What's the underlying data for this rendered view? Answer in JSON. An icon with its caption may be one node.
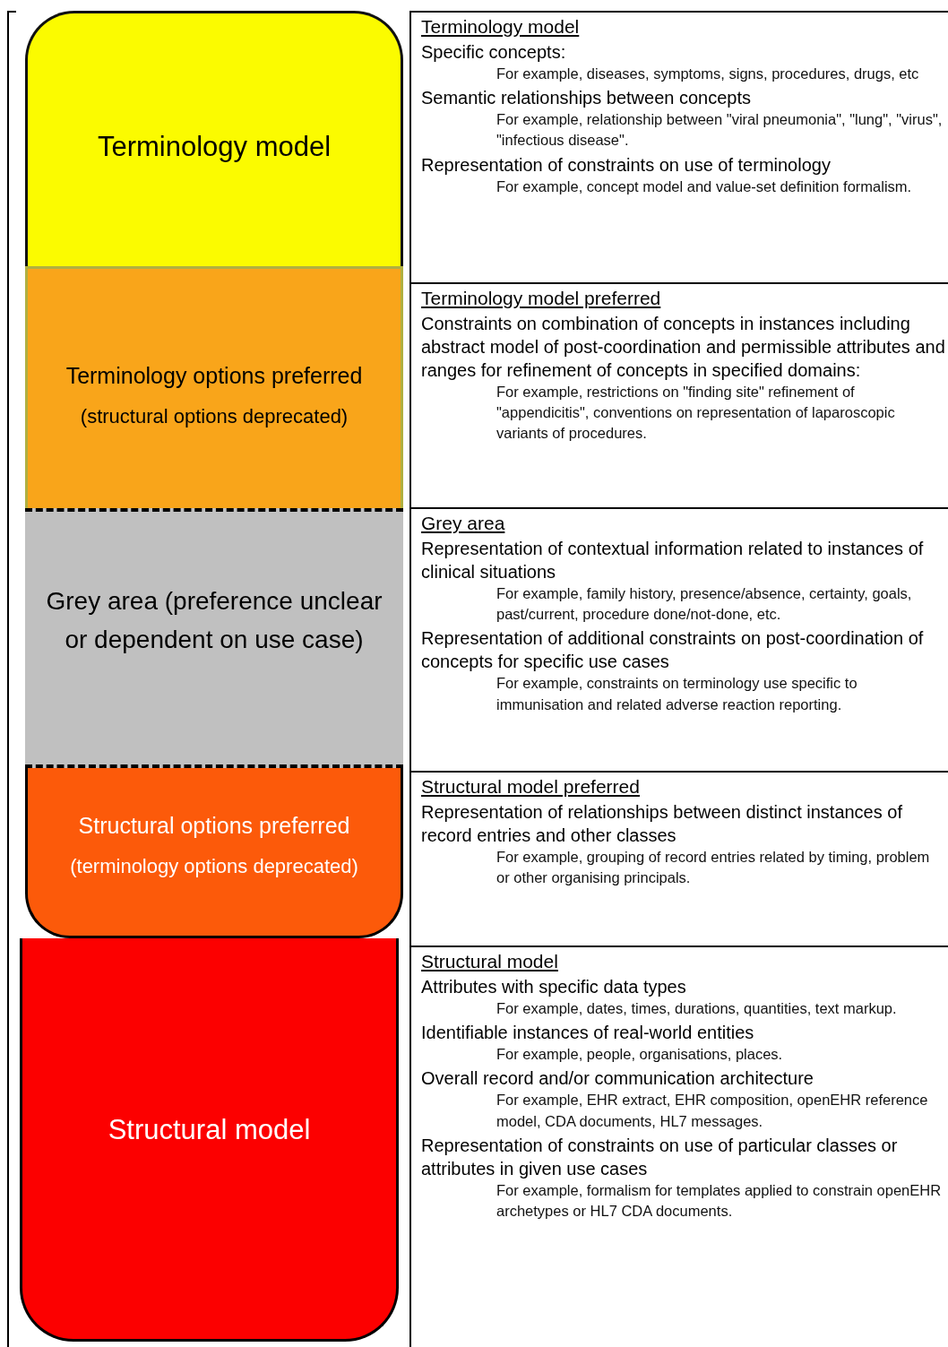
{
  "diagram": {
    "nodes": [
      {
        "text": [
          "Terminology model"
        ]
      },
      {
        "text": [
          "Terminology options preferred",
          "(structural options deprecated)"
        ]
      },
      {
        "text": [
          "Grey area (preference unclear or dependent on use case)"
        ]
      },
      {
        "text": [
          "Structural options preferred",
          "(terminology options deprecated)"
        ]
      },
      {
        "text": [
          "Structural model"
        ]
      }
    ],
    "labels": [
      "Terminology model",
      "Specific concepts:",
      "For example, diseases, symptoms, signs, procedures, drugs, etc",
      "Semantic relationships between concepts",
      "For example, relationship between \"viral pneumonia\", \"lung\", \"virus\", \"infectious disease\".",
      "Representation of constraints on use of terminology",
      "For example, concept model and value-set definition formalism.",
      "Terminology model preferred",
      "Constraints on combination of concepts in instances including abstract model of post-coordination and permissible attributes and ranges for refinement of concepts in specified domains:",
      "For example, restrictions on \"finding site\" refinement of \"appendicitis\", conventions on representation of laparoscopic variants of procedures.",
      "Grey area",
      "Representation of contextual information related to instances of clinical situations",
      "For example, family history, presence/absence, certainty, goals, past/current, procedure done/not-done, etc.",
      "Representation of additional constraints on post-coordination of concepts for specific use cases",
      "For example, constraints on terminology use specific to immunisation and related adverse reaction reporting.",
      "Structural model preferred",
      "Representation of relationships between distinct instances of record entries and other classes",
      "For example, grouping of record entries related by timing, problem or other organising principals.",
      "Structural model",
      "Attributes with specific data types",
      "For example, dates, times, durations, quantities, text markup.",
      "Identifiable instances of real-world entities",
      "For example, people, organisations, places.",
      "Overall record and/or communication architecture",
      "For example, EHR extract, EHR composition, openEHR reference model, CDA documents, HL7 messages.",
      "Representation of constraints on use of particular classes or attributes in given use cases",
      "For example, formalism for templates applied to constrain openEHR archetypes or HL7 CDA documents."
    ]
  }
}
